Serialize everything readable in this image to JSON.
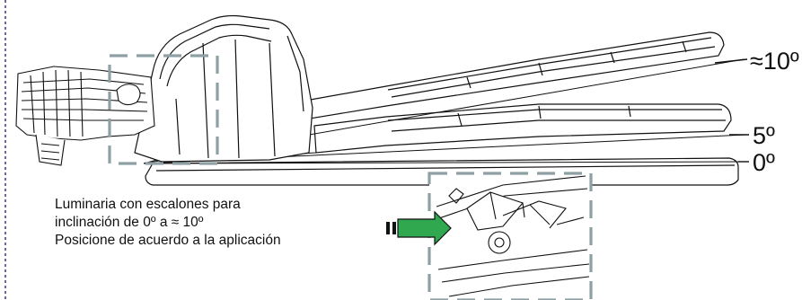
{
  "angle_labels": {
    "high": "≈10º",
    "mid": "5º",
    "low": "0º"
  },
  "caption": {
    "line1": "Luminaria con escalones para",
    "line2": "inclinación de 0º a ≈ 10º",
    "line3": "Posicione de acuerdo a la aplicación"
  },
  "colors": {
    "frame_left_border": "#4a3f8f",
    "callout_dash": "#8ea0a4",
    "arrow_fill": "#2fa84f",
    "line": "#111111"
  },
  "icons": {
    "pointer_arrow": "arrow-right-icon"
  }
}
